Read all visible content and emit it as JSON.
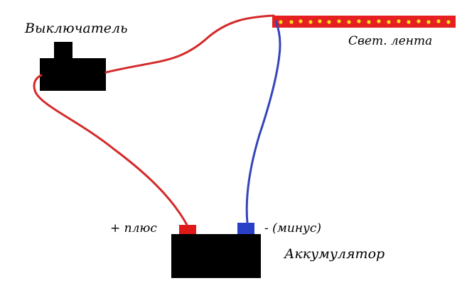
{
  "labels": {
    "switch": "Выключатель",
    "strip": "Свет. лента",
    "plus": "+ плюс",
    "minus": "- (минус)",
    "battery": "Аккумулятор"
  },
  "colors": {
    "positive_wire": "#d42a2a",
    "negative_wire": "#3344bb",
    "strip_body": "#e62020",
    "led": "#f6e21a",
    "component": "#000000",
    "plus_terminal": "#e01818",
    "minus_terminal": "#2a3fc8"
  }
}
